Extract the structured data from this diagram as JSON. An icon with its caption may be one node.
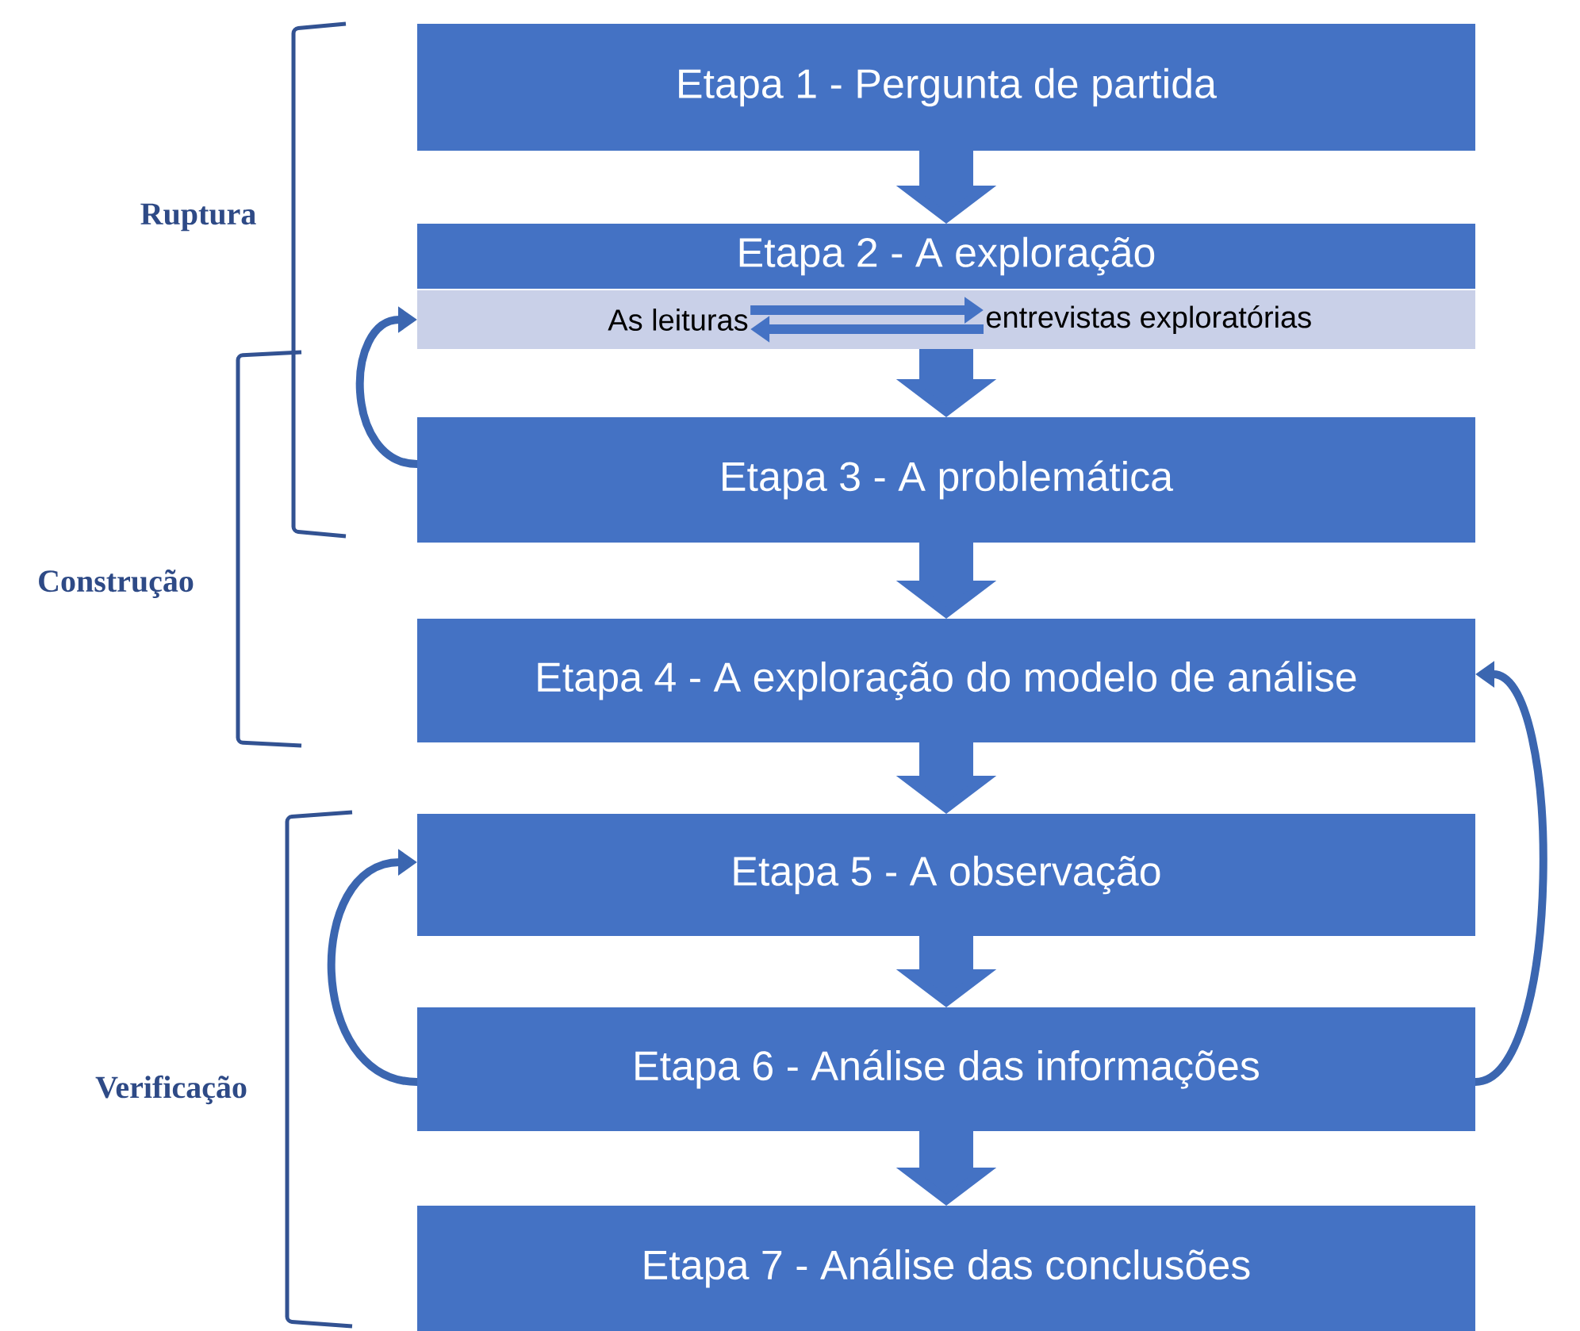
{
  "diagram": {
    "nodes": [
      {
        "text": [
          "Etapa 1 - Pergunta de partida"
        ]
      },
      {
        "text": [
          "Etapa 2 - A exploração"
        ]
      },
      {
        "text": [],
        "shape": "bar"
      },
      {
        "text": [
          "As leituras"
        ],
        "in": 2
      },
      {
        "text": [
          "entrevistas exploratórias"
        ],
        "in": 2
      },
      {
        "text": [
          "Etapa 3 - A problemática"
        ]
      },
      {
        "text": [
          "Etapa 4 - A exploração do modelo de análise"
        ]
      },
      {
        "text": [
          "Etapa 5 - A observação"
        ]
      },
      {
        "text": [
          "Etapa 6 - Análise das informações"
        ]
      },
      {
        "text": [
          "Etapa 7 - Análise das conclusões"
        ]
      }
    ],
    "edges": [
      {
        "from": 0,
        "to": 1,
        "arrow": "to"
      },
      {
        "from": 2,
        "to": 5,
        "arrow": "to"
      },
      {
        "from": 5,
        "to": 6,
        "arrow": "to"
      },
      {
        "from": 6,
        "to": 7,
        "arrow": "to"
      },
      {
        "from": 7,
        "to": 8,
        "arrow": "to"
      },
      {
        "from": 8,
        "to": 9,
        "arrow": "to"
      },
      {
        "from": 3,
        "to": 4,
        "arrow": "to"
      },
      {
        "from": 4,
        "to": 3,
        "arrow": "to"
      },
      {
        "from": 5,
        "to": 2,
        "arrow": "to"
      },
      {
        "from": 8,
        "to": 7,
        "arrow": "to"
      },
      {
        "from": 8,
        "to": 6,
        "arrow": "to"
      }
    ],
    "labels": [
      "Ruptura",
      "Construção",
      "Verificação"
    ]
  }
}
